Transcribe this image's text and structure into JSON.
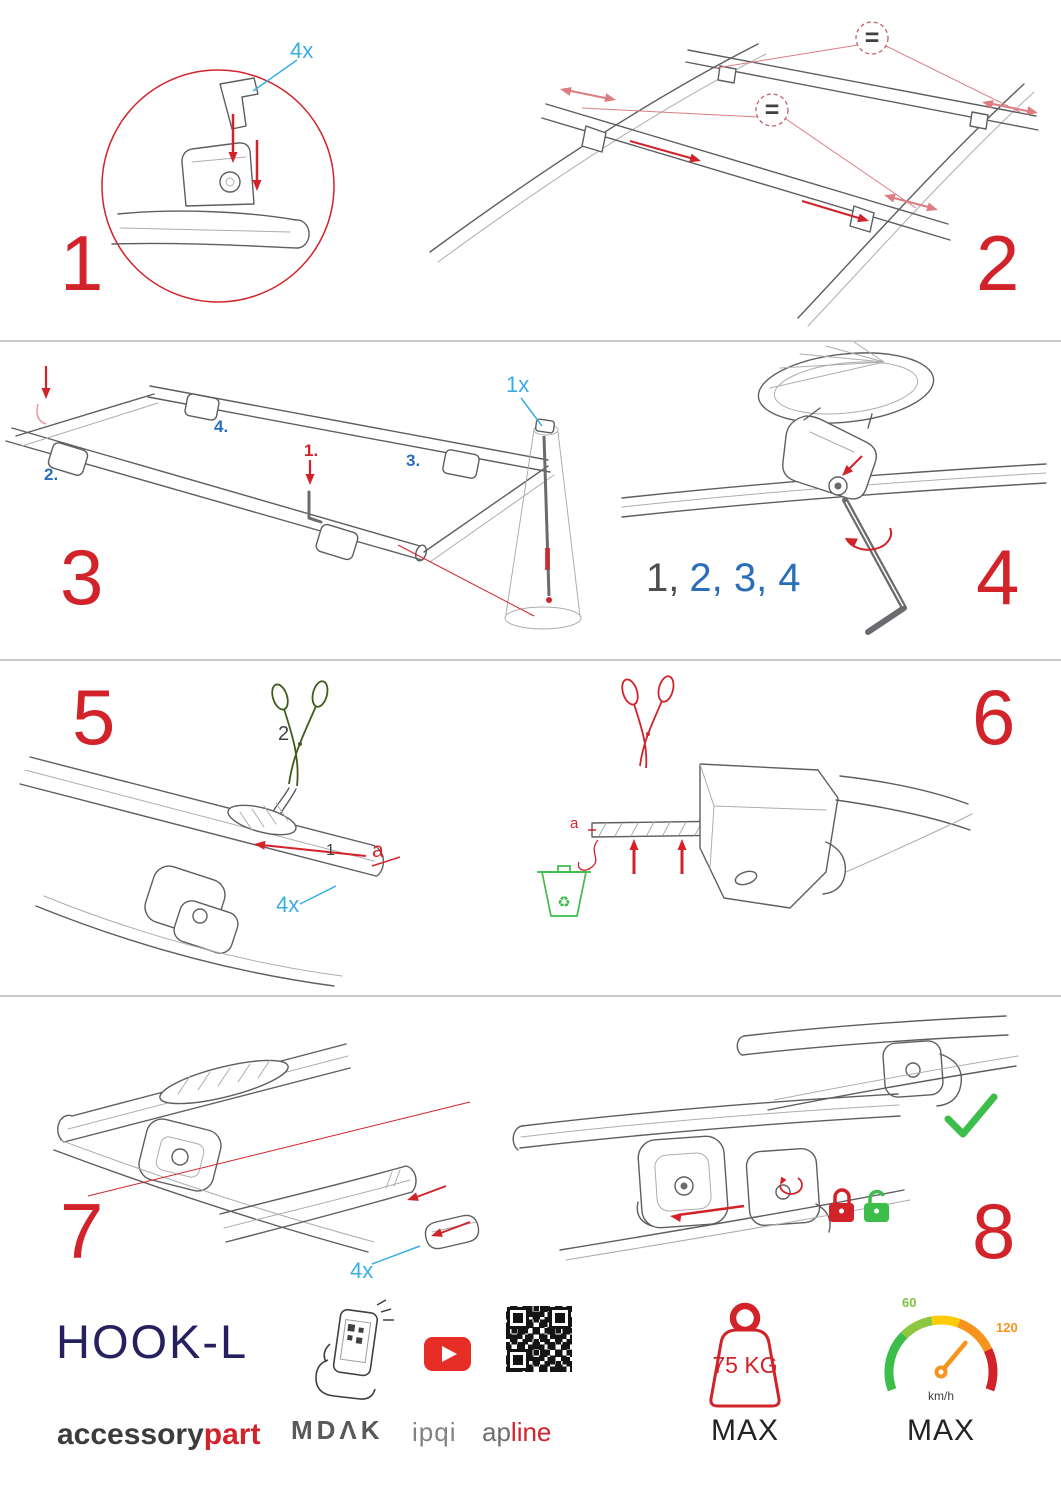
{
  "document": {
    "type": "roof-bar fitting instructions"
  },
  "colors": {
    "accent_red": "#d2232a",
    "label_cyan": "#38aee3",
    "label_blue": "#2a6ebb",
    "ok_green": "#3dbd4a",
    "brand_navy": "#26215e",
    "warn_orange": "#f7941d"
  },
  "steps": {
    "s1": {
      "number": "1",
      "qty": "4x"
    },
    "s2": {
      "number": "2",
      "equal1": "=",
      "equal2": "="
    },
    "s3": {
      "number": "3",
      "qty": "1x",
      "labels": {
        "l1": "1.",
        "l2": "2.",
        "l3": "3.",
        "l4": "4."
      }
    },
    "s4": {
      "number": "4",
      "seq_gray": "1,",
      "seq_blue": "2, 3, 4"
    },
    "s5": {
      "number": "5",
      "qty": "4x",
      "label1": "1",
      "label2": "2",
      "labelA": "a"
    },
    "s6": {
      "number": "6",
      "labelA": "a"
    },
    "s7": {
      "number": "7",
      "qty": "4x"
    },
    "s8": {
      "number": "8"
    }
  },
  "icons": {
    "recycle": "♻"
  },
  "footer": {
    "product": "HOOK-L",
    "brand_accessory": "accessory",
    "brand_part": "part",
    "logo_mdak": "MDΛK",
    "logo_ipqi": "ipqi",
    "logo_ap": "ap",
    "logo_line": "line",
    "weight_value": "75 KG",
    "weight_max_label": "MAX",
    "speed_60": "60",
    "speed_120": "120",
    "speed_unit": "km/h",
    "speed_max_label": "MAX"
  }
}
